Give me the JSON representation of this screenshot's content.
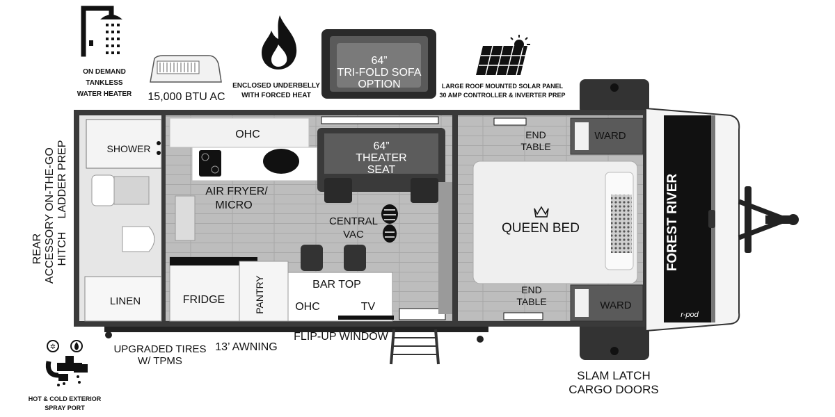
{
  "features": {
    "water_heater": [
      "ON DEMAND",
      "TANKLESS",
      "WATER HEATER"
    ],
    "ac": "15,000 BTU AC",
    "underbelly": [
      "ENCLOSED UNDERBELLY",
      "WITH FORCED HEAT"
    ],
    "sofa": [
      "64”",
      "TRI-FOLD SOFA",
      "OPTION"
    ],
    "solar": [
      "LARGE ROOF MOUNTED SOLAR PANEL",
      "30 AMP CONTROLLER & INVERTER PREP"
    ],
    "ladder": [
      "ON-THE-GO",
      "LADDER PREP"
    ],
    "hitch": [
      "REAR",
      "ACCESSORY",
      "HITCH"
    ],
    "spray_port": [
      "HOT & COLD EXTERIOR",
      "SPRAY PORT"
    ],
    "tires": [
      "UPGRADED TIRES",
      "W/ TPMS"
    ],
    "awning": "13’ AWNING",
    "flip_window": "FLIP-UP WINDOW",
    "cargo": [
      "SLAM LATCH",
      "CARGO DOORS"
    ]
  },
  "rooms": {
    "shower": "SHOWER",
    "linen": "LINEN",
    "ohc_top": "OHC",
    "air_fryer": [
      "AIR FRYER/",
      "MICRO"
    ],
    "fridge": "FRIDGE",
    "pantry": "PANTRY",
    "bar_top": "BAR TOP",
    "ohc_bottom": "OHC",
    "tv": "TV",
    "theater": [
      "64”",
      "THEATER",
      "SEAT"
    ],
    "central_vac": [
      "CENTRAL",
      "VAC"
    ],
    "end_table_top": [
      "END",
      "TABLE"
    ],
    "end_table_bottom": [
      "END",
      "TABLE"
    ],
    "ward_top": "WARD",
    "ward_bottom": "WARD",
    "queen_bed": "QUEEN BED"
  },
  "brand": {
    "name": "FOREST RIVER",
    "model": "r-pod"
  }
}
